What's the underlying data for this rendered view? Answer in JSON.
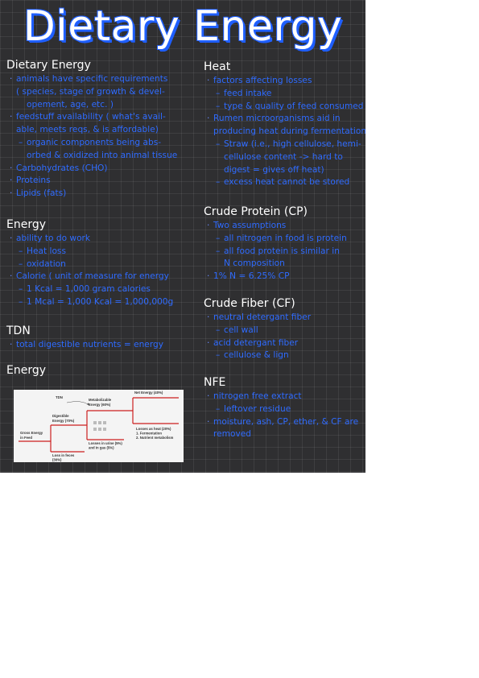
{
  "title": "Dietary Energy",
  "left": {
    "dietary": {
      "heading": "Dietary Energy",
      "lines": [
        "animals have specific requirements",
        "( species, stage of growth & devel-",
        "opement, age, etc. )",
        "feedstuff availability ( what's avail-",
        "able, meets reqs, & is affordable)",
        "organic components being abs-",
        "orbed & oxidized into animal tissue",
        "Carbohydrates (CHO)",
        "Proteins",
        "Lipids (fats)"
      ]
    },
    "energy1": {
      "heading": "Energy",
      "lines": [
        "ability to do work",
        "Heat loss",
        "oxidation",
        "Calorie ( unit of measure for energy",
        "1 Kcal = 1,000 gram calories",
        "1 Mcal = 1,000 Kcal = 1,000,000g"
      ]
    },
    "tdn": {
      "heading": "TDN",
      "lines": [
        "total digestible nutrients = energy"
      ]
    },
    "energy2": {
      "heading": "Energy"
    }
  },
  "right": {
    "heat": {
      "heading": "Heat",
      "lines": [
        "factors affecting losses",
        "feed intake",
        "type & quality of feed consumed",
        "Rumen microorganisms aid in",
        "producing heat during fermentation",
        "Straw (i.e., high cellulose, hemi-",
        "cellulose content -> hard to",
        "digest = gives off heat)",
        "excess heat cannot be stored"
      ]
    },
    "cp": {
      "heading": "Crude Protein (CP)",
      "lines": [
        "Two assumptions",
        "all nitrogen in food is protein",
        "all food protein is similar in",
        "N composition",
        "1% N = 6.25% CP"
      ]
    },
    "cf": {
      "heading": "Crude Fiber (CF)",
      "lines": [
        "neutral detergant fiber",
        "cell wall",
        "acid detergant fiber",
        "cellulose & lign"
      ]
    },
    "nfe": {
      "heading": "NFE",
      "lines": [
        "nitrogen free extract",
        "leftover residue",
        "moisture, ash, CP, ether, & CF are",
        "removed"
      ]
    }
  },
  "diagram": {
    "gross": [
      "Gross Energy",
      "in Feed"
    ],
    "feces": [
      "Loss in feces",
      "(30%)"
    ],
    "digestible": [
      "Digestible",
      "Energy (70%)"
    ],
    "tdn": "TDN",
    "metabolizable": [
      "Metabolizable",
      "Energy (60%)"
    ],
    "urine": [
      "Losses in urine (5%)",
      "and in gas (5%)"
    ],
    "net": "Net Energy (40%)",
    "heat": [
      "Losses as heat (20%)",
      "1. Fermentation",
      "2. Nutrient metabolism"
    ]
  },
  "colors": {
    "background": "#2f2f31",
    "ink_blue": "#2f6bff",
    "heading_white": "#ffffff",
    "diagram_line": "#cc1f1f"
  }
}
